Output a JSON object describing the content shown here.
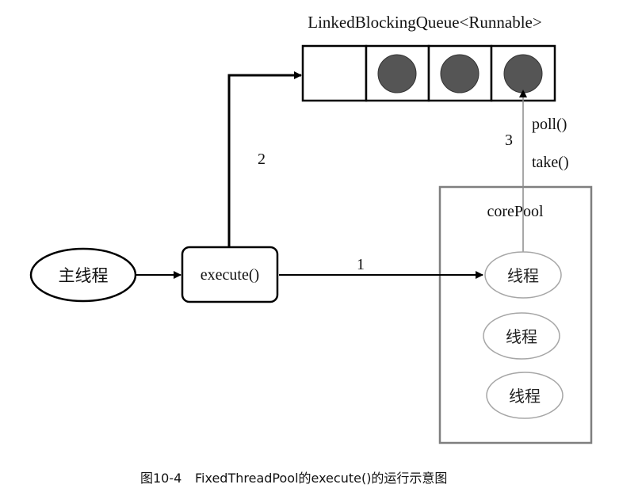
{
  "queue": {
    "title": "LinkedBlockingQueue<Runnable>",
    "slots": [
      {
        "filled": false
      },
      {
        "filled": true
      },
      {
        "filled": true
      },
      {
        "filled": true
      }
    ]
  },
  "main_thread": {
    "label": "主线程"
  },
  "execute_box": {
    "label": "execute()"
  },
  "core_pool": {
    "label": "corePool",
    "threads": [
      "线程",
      "线程",
      "线程"
    ]
  },
  "arrows": {
    "step1": "1",
    "step2": "2",
    "step3": "3",
    "poll": "poll()",
    "take": "take()"
  },
  "caption": {
    "figure_number": "图10-4",
    "text": "FixedThreadPool的execute()的运行示意图"
  },
  "colors": {
    "line": "#000000",
    "gray_line": "#8c8c8c",
    "ball": "#555555",
    "pool_border": "#7f7f7f",
    "thread_border": "#a6a6a6"
  }
}
